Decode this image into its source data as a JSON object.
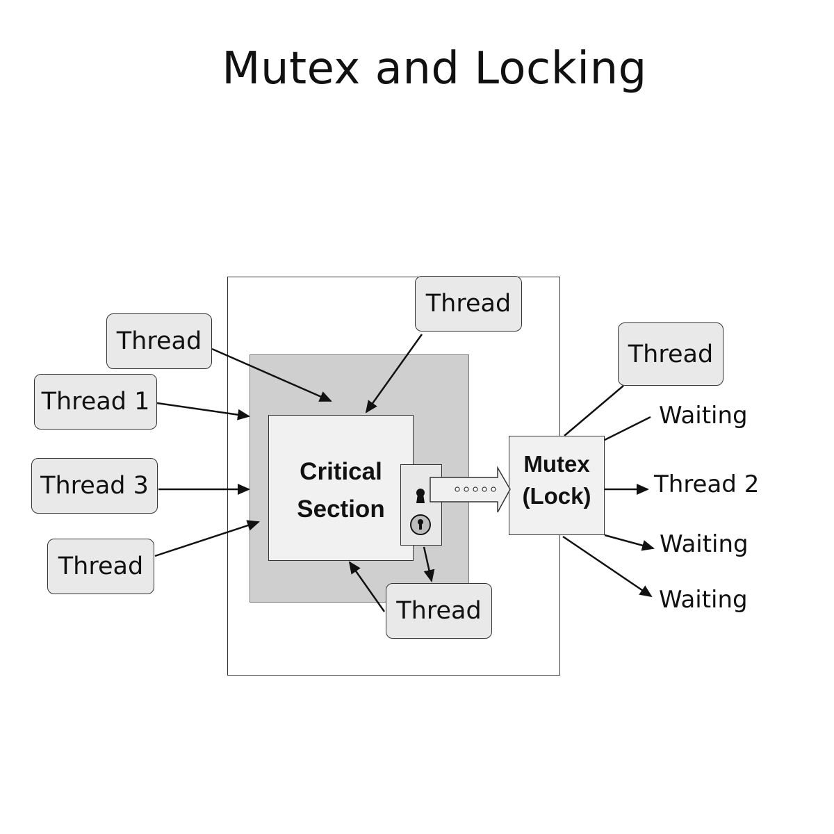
{
  "title": "Mutex and Locking",
  "nodes": {
    "critical_section": [
      "Critical",
      "Section"
    ],
    "mutex": [
      "Mutex",
      "(Lock)"
    ]
  },
  "threads": {
    "top_left": "Thread",
    "thread_1": "Thread 1",
    "thread_3": "Thread 3",
    "bottom_left": "Thread",
    "top_center": "Thread",
    "bottom_center": "Thread",
    "right_top": "Thread"
  },
  "mutex_outputs": {
    "waiting_top": "Waiting",
    "thread_2": "Thread 2",
    "waiting_mid": "Waiting",
    "waiting_bottom": "Waiting"
  },
  "colors": {
    "line": "#111111",
    "box_fill": "#e9e9e9",
    "shade_fill": "#cfcfcf",
    "inner_fill": "#f1f1f1"
  }
}
